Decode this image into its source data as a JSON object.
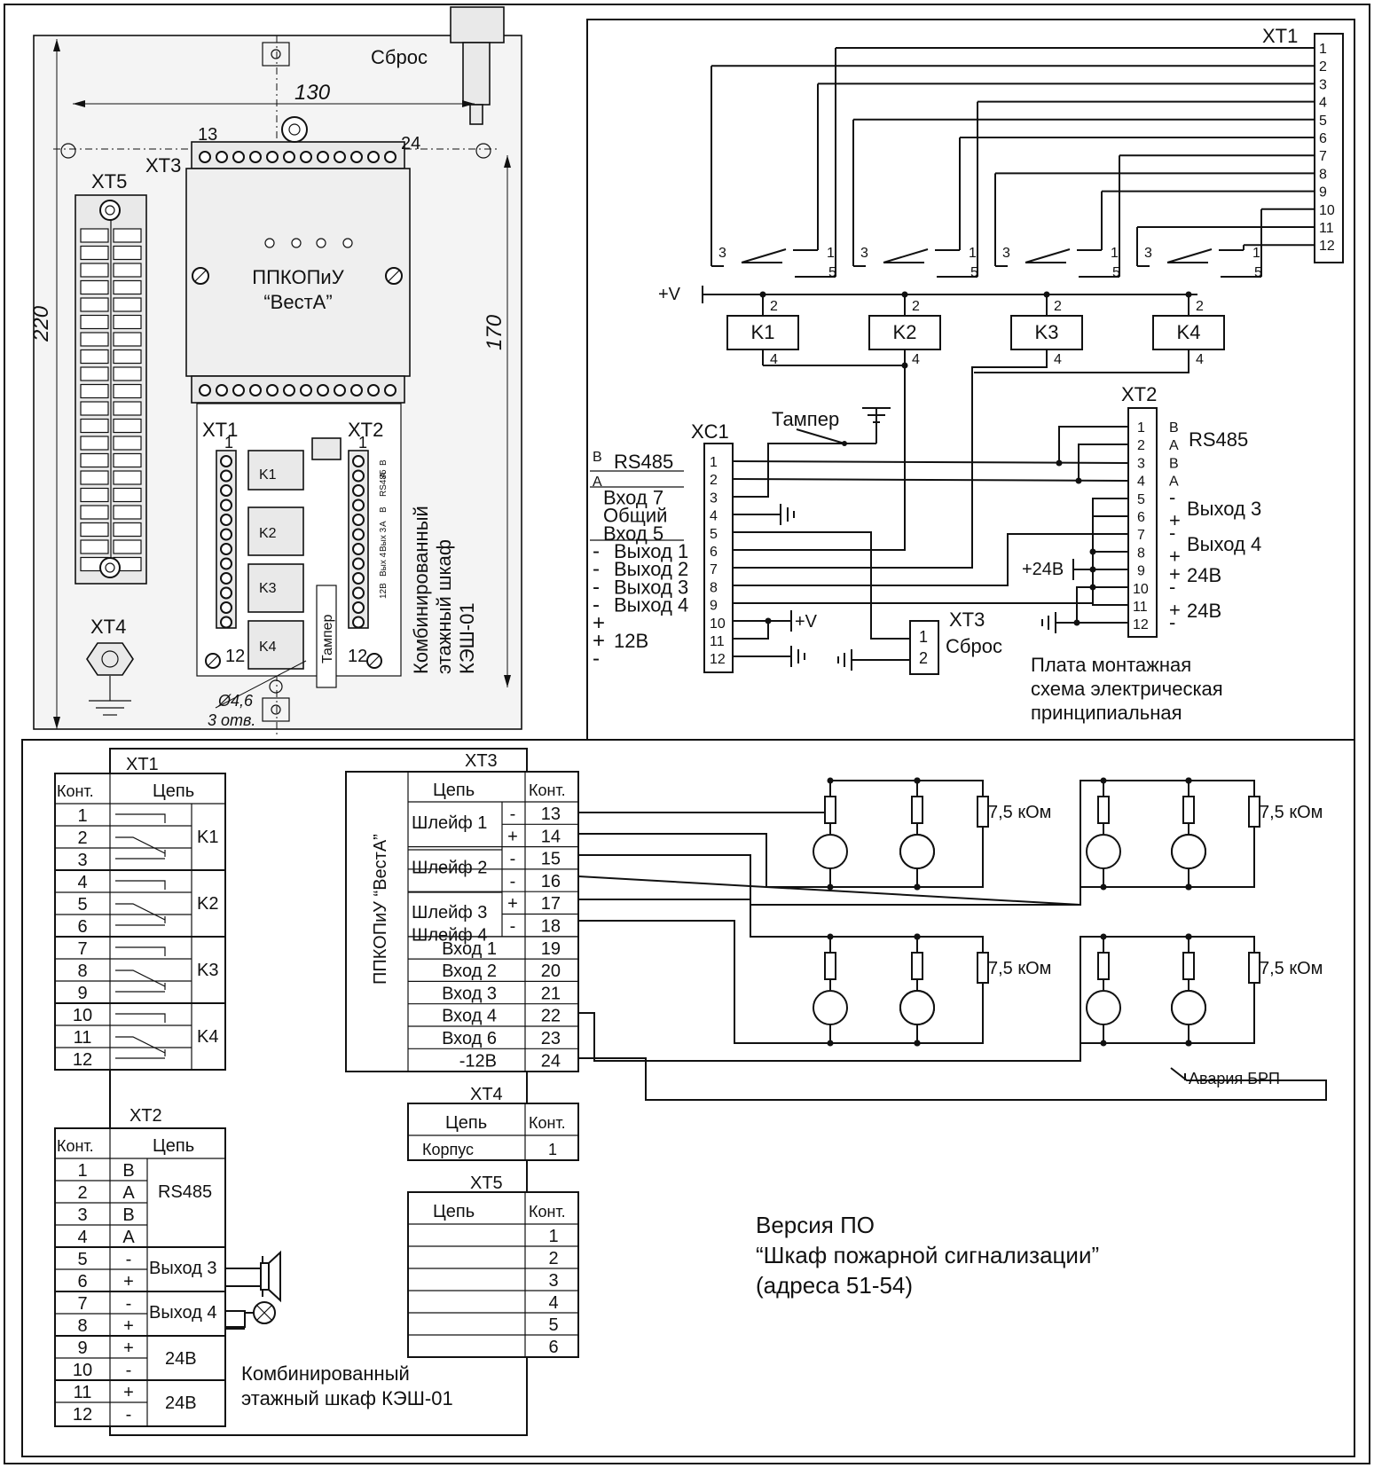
{
  "mech": {
    "reset_label": "Сброс",
    "dim_width": "130",
    "dim_height_total": "220",
    "dim_height_inner": "170",
    "xt3_label": "XT3",
    "xt3_first": "13",
    "xt3_last": "24",
    "xt5_label": "XT5",
    "xt4_label": "XT4",
    "device_name": "ППКОПиУ",
    "device_model": "“ВестА”",
    "xt1_label": "XT1",
    "xt1_first": "1",
    "xt1_last": "12",
    "xt2_label": "XT2",
    "xt2_first": "1",
    "xt2_last": "12",
    "relays": [
      "K1",
      "K2",
      "K3",
      "K4"
    ],
    "tamper": "Тампер",
    "xt2_side_labels": [
      "B",
      "A",
      "RS485",
      "В",
      "A",
      "Вых 3",
      "Вых 4",
      "12В"
    ],
    "cabinet_line1": "Комбинированный",
    "cabinet_line2": "этажный шкаф",
    "cabinet_line3": "КЭШ-01",
    "hole_dim": "Ø4,6",
    "hole_count": "3 отв."
  },
  "schematic": {
    "xt1_label": "XT1",
    "xt1_pins": [
      "1",
      "2",
      "3",
      "4",
      "5",
      "6",
      "7",
      "8",
      "9",
      "10",
      "11",
      "12"
    ],
    "relay_contacts": [
      "3",
      "1",
      "5"
    ],
    "vplus": "+V",
    "relays": [
      "K1",
      "K2",
      "K3",
      "K4"
    ],
    "coil_pins": [
      "2",
      "4"
    ],
    "tamper": "Тампер",
    "xc1_label": "XC1",
    "xc1_pins": [
      "1",
      "2",
      "3",
      "4",
      "5",
      "6",
      "7",
      "8",
      "9",
      "10",
      "11",
      "12"
    ],
    "xc1_left": [
      {
        "sign": "B",
        "text": "RS485"
      },
      {
        "sign": "A",
        "text": ""
      },
      {
        "sign": "",
        "text": "Вход 7"
      },
      {
        "sign": "",
        "text": "Общий"
      },
      {
        "sign": "",
        "text": "Вход 5"
      },
      {
        "sign": "-",
        "text": "Выход 1"
      },
      {
        "sign": "-",
        "text": "Выход 2"
      },
      {
        "sign": "-",
        "text": "Выход 3"
      },
      {
        "sign": "-",
        "text": "Выход 4"
      },
      {
        "sign": "+",
        "text": ""
      },
      {
        "sign": "+",
        "text": "12В"
      },
      {
        "sign": "-",
        "text": ""
      }
    ],
    "xc1_vplus": "+V",
    "xt2_label": "XT2",
    "xt2_pins": [
      "1",
      "2",
      "3",
      "4",
      "5",
      "6",
      "7",
      "8",
      "9",
      "10",
      "11",
      "12"
    ],
    "xt2_signs": [
      "B",
      "A",
      "B",
      "A",
      "-",
      "+",
      "-",
      "+",
      "+",
      "-",
      "+",
      "-"
    ],
    "rs485": "RS485",
    "out3": "Выход 3",
    "out4": "Выход 4",
    "v24a": "24В",
    "v24b": "24В",
    "plus24": "+24В",
    "xt3_label": "XT3",
    "xt3_pins": [
      "1",
      "2"
    ],
    "reset": "Сброс",
    "caption1": "Плата монтажная",
    "caption2": "схема электрическая",
    "caption3": "принципиальная"
  },
  "tables": {
    "xt1": {
      "title": "XT1",
      "col_kont": "Конт.",
      "col_chain": "Цепь",
      "rows": [
        "1",
        "2",
        "3",
        "4",
        "5",
        "6",
        "7",
        "8",
        "9",
        "10",
        "11",
        "12"
      ],
      "relays": [
        "K1",
        "K2",
        "K3",
        "K4"
      ]
    },
    "xt2": {
      "title": "XT2",
      "col_kont": "Конт.",
      "col_chain": "Цепь",
      "rows": [
        {
          "n": "1",
          "s": "B"
        },
        {
          "n": "2",
          "s": "A"
        },
        {
          "n": "3",
          "s": "B"
        },
        {
          "n": "4",
          "s": "A"
        },
        {
          "n": "5",
          "s": "-"
        },
        {
          "n": "6",
          "s": "+"
        },
        {
          "n": "7",
          "s": "-"
        },
        {
          "n": "8",
          "s": "+"
        },
        {
          "n": "9",
          "s": "+"
        },
        {
          "n": "10",
          "s": "-"
        },
        {
          "n": "11",
          "s": "+"
        },
        {
          "n": "12",
          "s": "-"
        }
      ],
      "groups": [
        "RS485",
        "Выход 3",
        "Выход 4",
        "24В",
        "24В"
      ]
    },
    "xt3": {
      "title": "XT3",
      "device": "ППКОПиУ “ВестА”",
      "col_chain": "Цепь",
      "col_kont": "Конт.",
      "rows": [
        {
          "chain": "Шлейф 1",
          "sign": "-",
          "n": "13"
        },
        {
          "chain": "",
          "sign": "+",
          "n": "14"
        },
        {
          "chain": "Шлейф 2",
          "sign": "-",
          "n": "15"
        },
        {
          "chain": "",
          "sign": "-",
          "n": "16"
        },
        {
          "chain": "Шлейф 3",
          "sign": "+",
          "n": "17"
        },
        {
          "chain": "Шлейф 4",
          "sign": "-",
          "n": "18"
        },
        {
          "chain": "Вход 1",
          "sign": "",
          "n": "19"
        },
        {
          "chain": "Вход 2",
          "sign": "",
          "n": "20"
        },
        {
          "chain": "Вход 3",
          "sign": "",
          "n": "21"
        },
        {
          "chain": "Вход 4",
          "sign": "",
          "n": "22"
        },
        {
          "chain": "Вход 6",
          "sign": "",
          "n": "23"
        },
        {
          "chain": "-12В",
          "sign": "",
          "n": "24"
        }
      ]
    },
    "xt4": {
      "title": "XT4",
      "col_chain": "Цепь",
      "col_kont": "Конт.",
      "rows": [
        {
          "chain": "Корпус",
          "n": "1"
        }
      ]
    },
    "xt5": {
      "title": "XT5",
      "col_chain": "Цепь",
      "col_kont": "Конт.",
      "rows": [
        "1",
        "2",
        "3",
        "4",
        "5",
        "6"
      ]
    },
    "resistor": "7,5 кОм",
    "alarm": "Авария БРП",
    "cabinet_line1": "Комбинированный",
    "cabinet_line2": "этажный шкаф КЭШ-01",
    "version1": "Версия ПО",
    "version2": "“Шкаф пожарной сигнализации”",
    "version3": "(адреса 51-54)"
  }
}
